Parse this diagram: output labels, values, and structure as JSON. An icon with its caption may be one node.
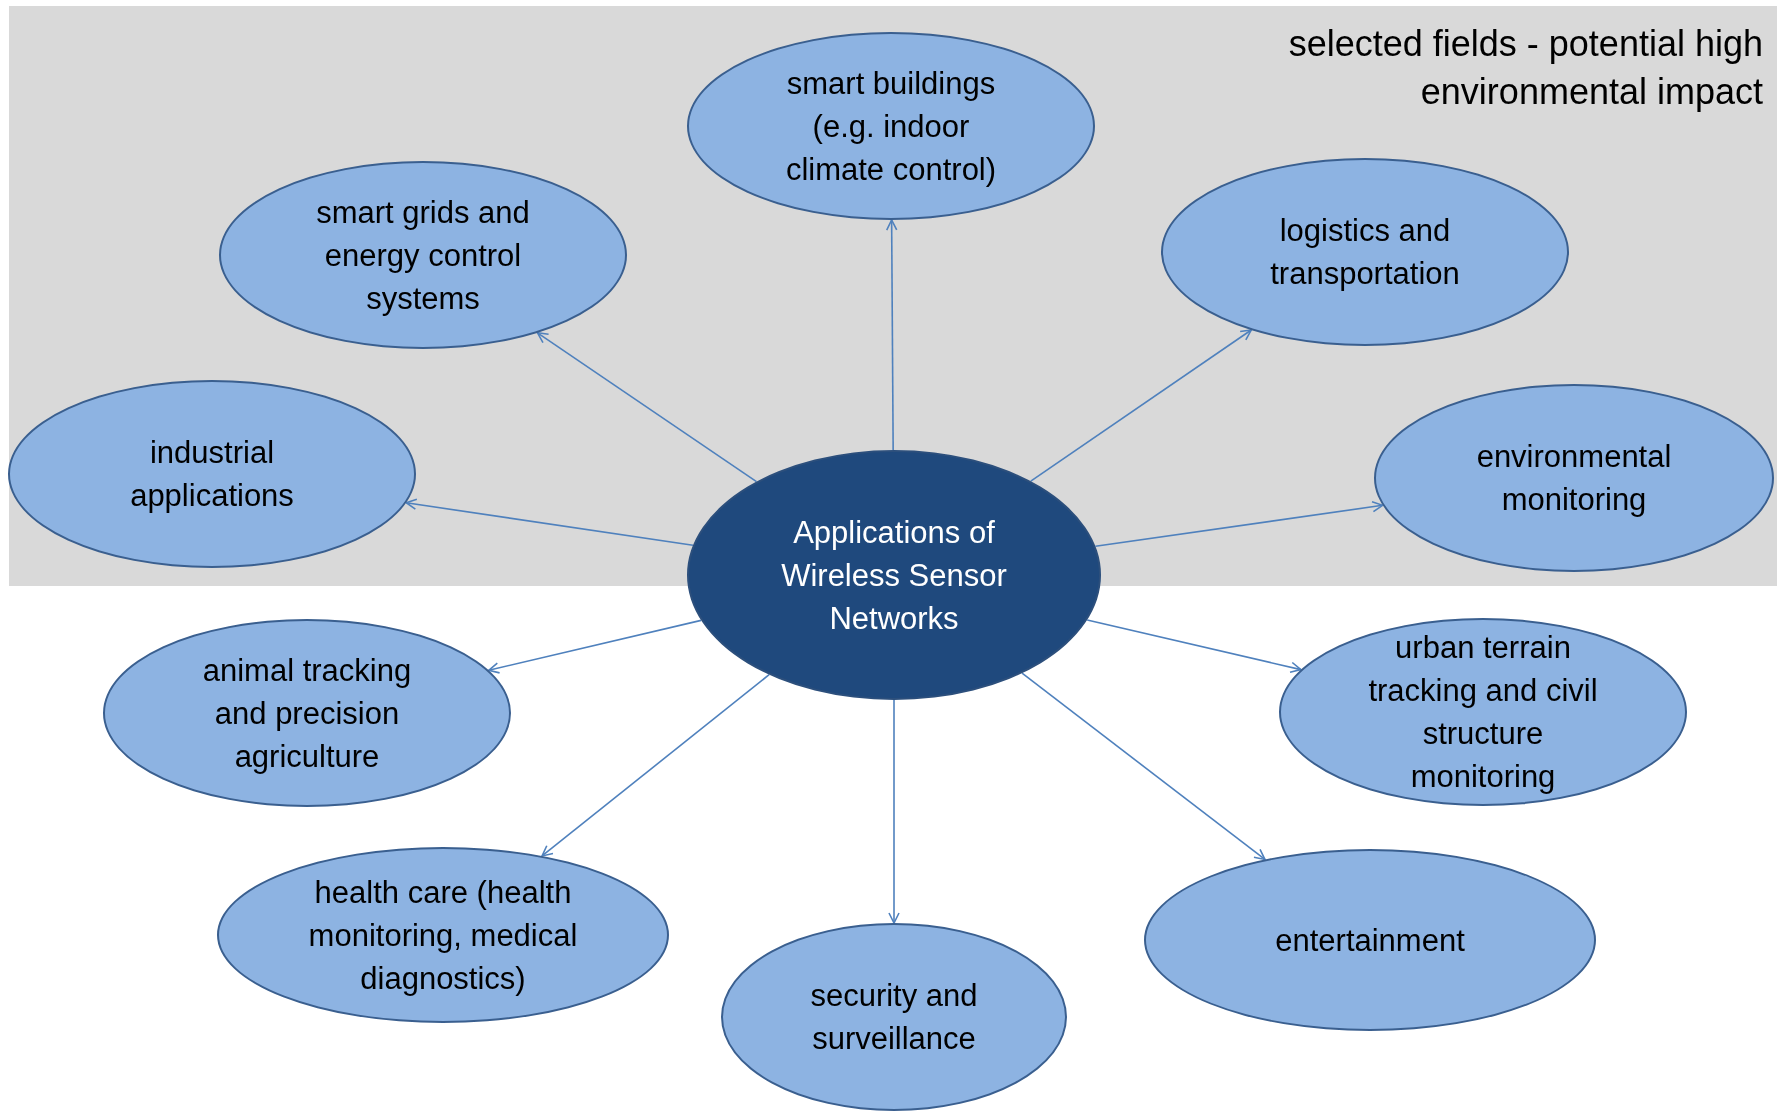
{
  "diagram": {
    "nodes": [
      {
        "text": [
          "selected fields - potential high environmental impact"
        ]
      },
      {
        "text": [
          "smart buildings (e.g. indoor climate control)"
        ],
        "in": 0
      },
      {
        "text": [
          "smart grids and energy control systems"
        ],
        "in": 0
      },
      {
        "text": [
          "logistics and transportation"
        ],
        "in": 0
      },
      {
        "text": [
          "industrial applications"
        ],
        "in": 0
      },
      {
        "text": [
          "environmental monitoring"
        ],
        "in": 0
      },
      {
        "text": [
          "Applications of Wireless Sensor Networks"
        ]
      },
      {
        "text": [
          "animal tracking and precision agriculture"
        ]
      },
      {
        "text": [
          "urban terrain tracking and civil structure monitoring"
        ]
      },
      {
        "text": [
          "health care (health monitoring, medical diagnostics)"
        ]
      },
      {
        "text": [
          "entertainment"
        ]
      },
      {
        "text": [
          "security and surveillance"
        ]
      }
    ],
    "edges": [
      {
        "from": 6,
        "to": 1,
        "arrow": "to"
      },
      {
        "from": 6,
        "to": 2,
        "arrow": "to"
      },
      {
        "from": 6,
        "to": 3,
        "arrow": "to"
      },
      {
        "from": 6,
        "to": 4,
        "arrow": "to"
      },
      {
        "from": 6,
        "to": 5,
        "arrow": "to"
      },
      {
        "from": 6,
        "to": 7,
        "arrow": "to"
      },
      {
        "from": 6,
        "to": 8,
        "arrow": "to"
      },
      {
        "from": 6,
        "to": 9,
        "arrow": "to"
      },
      {
        "from": 6,
        "to": 10,
        "arrow": "to"
      },
      {
        "from": 6,
        "to": 11,
        "arrow": "to"
      }
    ]
  }
}
